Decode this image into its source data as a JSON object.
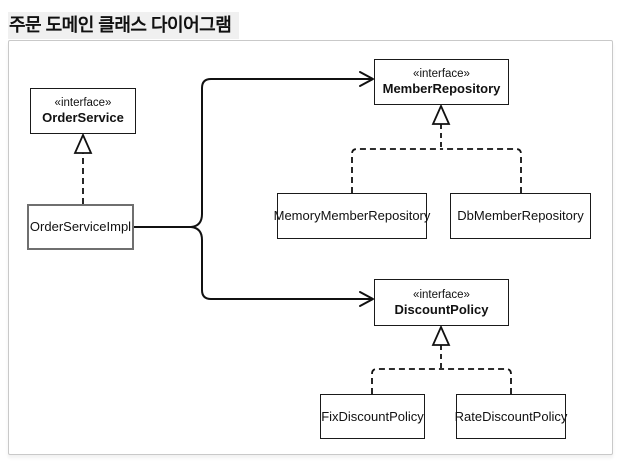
{
  "page": {
    "title": "주문 도메인 클래스 다이어그램"
  },
  "diagram": {
    "classes": {
      "order_service": {
        "stereotype": "«interface»",
        "name": "OrderService"
      },
      "order_service_impl": {
        "name": "OrderServiceImpl"
      },
      "member_repository": {
        "stereotype": "«interface»",
        "name": "MemberRepository"
      },
      "memory_member_repository": {
        "name": "MemoryMemberRepository"
      },
      "db_member_repository": {
        "name": "DbMemberRepository"
      },
      "discount_policy": {
        "stereotype": "«interface»",
        "name": "DiscountPolicy"
      },
      "fix_discount_policy": {
        "name": "FixDiscountPolicy"
      },
      "rate_discount_policy": {
        "name": "RateDiscountPolicy"
      }
    },
    "relationships": [
      {
        "from": "OrderServiceImpl",
        "to": "OrderService",
        "type": "realization"
      },
      {
        "from": "OrderServiceImpl",
        "to": "MemberRepository",
        "type": "dependency"
      },
      {
        "from": "OrderServiceImpl",
        "to": "DiscountPolicy",
        "type": "dependency"
      },
      {
        "from": "MemoryMemberRepository",
        "to": "MemberRepository",
        "type": "realization"
      },
      {
        "from": "DbMemberRepository",
        "to": "MemberRepository",
        "type": "realization"
      },
      {
        "from": "FixDiscountPolicy",
        "to": "DiscountPolicy",
        "type": "realization"
      },
      {
        "from": "RateDiscountPolicy",
        "to": "DiscountPolicy",
        "type": "realization"
      }
    ],
    "colors": {
      "box_border": "#1a1a1a",
      "impl_box_border": "#6f6f6f",
      "line": "#111111",
      "title_highlight": "#f0f0f0",
      "canvas_border": "#c9c9c9",
      "background": "#ffffff"
    }
  }
}
